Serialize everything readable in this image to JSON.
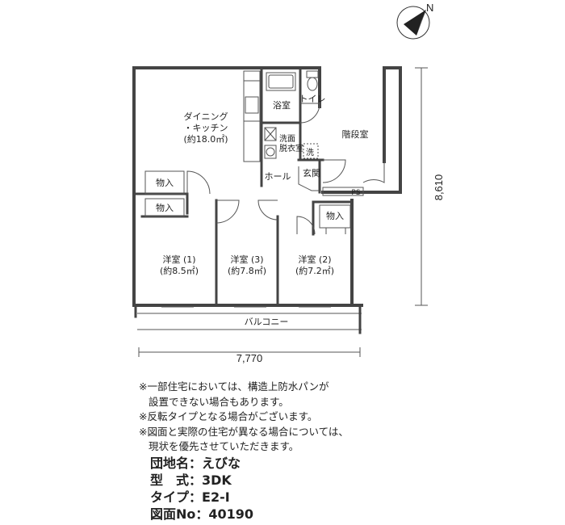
{
  "rooms": {
    "dining_kitchen": "ダイニング",
    "dining_kitchen_2": "・キッチン",
    "dining_kitchen_area": "(約18.0㎡)",
    "bath": "浴室",
    "toilet": "トイレ",
    "washroom": "洗面",
    "dressing": "脱衣室",
    "washer": "洗",
    "stairwell": "階段室",
    "entrance": "玄関",
    "hall": "ホール",
    "ps": "PS",
    "storage_1": "物入",
    "storage_2": "物入",
    "storage_3": "物入",
    "western_1": "洋室 (1)",
    "western_1_area": "(約8.5㎡)",
    "western_3": "洋室 (3)",
    "western_3_area": "(約7.8㎡)",
    "western_2": "洋室 (2)",
    "western_2_area": "(約7.2㎡)",
    "balcony": "バルコニー"
  },
  "dimensions": {
    "width": "7,770",
    "depth": "8,610"
  },
  "compass": {
    "label": "N",
    "icon": "north-arrow-icon"
  },
  "notes": [
    "※一部住宅においては、構造上防水パンが",
    "設置できない場合もあります。",
    "※反転タイプとなる場合がございます。",
    "※図面と実際の住宅が異なる場合については、",
    "現状を優先させていただきます。"
  ],
  "info": {
    "complex_label": "団地名：",
    "complex_value": "えびな",
    "type_label": "型　式：",
    "type_value": "3DK",
    "variant_label": "タイプ：",
    "variant_value": "E2-I",
    "drawing_label": "図面No：",
    "drawing_value": "40190"
  }
}
